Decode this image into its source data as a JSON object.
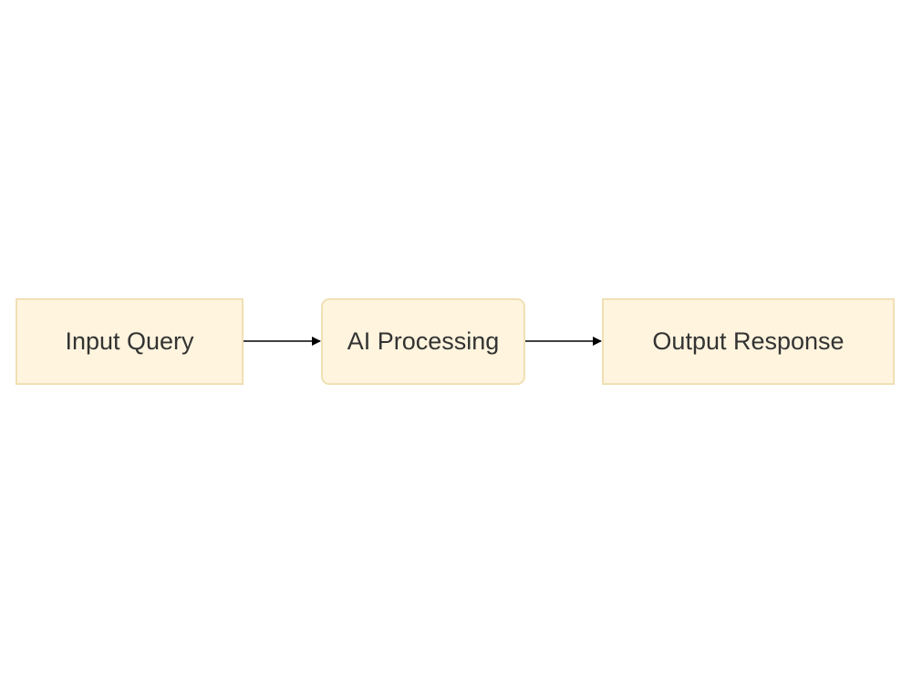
{
  "diagram": {
    "nodes": [
      {
        "id": "input",
        "label": "Input Query",
        "shape": "rect"
      },
      {
        "id": "ai",
        "label": "AI Processing",
        "shape": "rounded-rect"
      },
      {
        "id": "output",
        "label": "Output Response",
        "shape": "rect"
      }
    ],
    "edges": [
      {
        "from": "input",
        "to": "ai"
      },
      {
        "from": "ai",
        "to": "output"
      }
    ]
  },
  "colors": {
    "node_fill": "#fff4de",
    "node_border": "#f0e0b4",
    "text": "#333333",
    "edge": "#000000"
  }
}
